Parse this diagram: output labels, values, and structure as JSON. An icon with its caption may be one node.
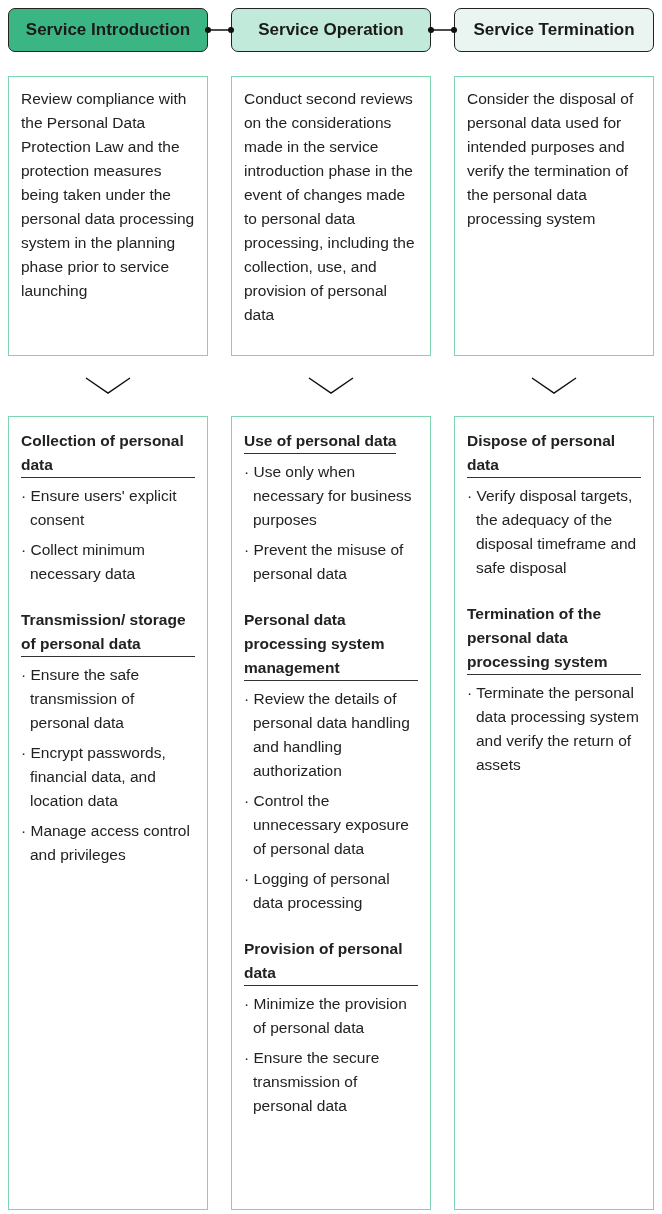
{
  "diagram": {
    "nodes": [
      {
        "text": [
          "Service Introduction"
        ]
      },
      {
        "text": [
          "Service Operation"
        ]
      },
      {
        "text": [
          "Service Termination"
        ]
      },
      {
        "text": [
          "Review compliance with the Personal Data Protection Law and the protection measures being taken under the personal data processing system in the planning phase prior to service launching"
        ]
      },
      {
        "text": [
          "Conduct second reviews on the considerations made in the service introduction phase in the event of changes made to personal data processing, including the collection, use, and provision of personal data"
        ]
      },
      {
        "text": [
          "Consider the disposal of personal data used for intended purposes and verify the termination of the personal data processing system"
        ]
      },
      {
        "text": [
          "Collection of personal data",
          "· Ensure users' explicit consent",
          "· Collect minimum necessary data",
          "Transmission/ storage of personal data",
          "· Ensure the safe transmission of personal data",
          "· Encrypt passwords, financial data, and location data",
          "· Manage access control and privileges"
        ]
      },
      {
        "text": [
          "Use of personal data",
          "· Use only when necessary for business purposes",
          "· Prevent the misuse of personal data",
          "Personal data processing system management",
          "· Review the details of personal data handling and handling authorization",
          "· Control the unnecessary exposure of personal data",
          "· Logging of personal data processing",
          "Provision of personal data",
          "· Minimize the provision of personal data",
          "· Ensure the secure transmission of personal data"
        ]
      },
      {
        "text": [
          "Dispose of personal data",
          "· Verify disposal targets, the adequacy of the disposal timeframe and safe disposal",
          "Termination of the personal data processing system",
          "· Terminate the personal data processing system and verify the return of assets"
        ]
      }
    ],
    "edges": [
      {
        "from": 0,
        "to": 1,
        "arrow": "other"
      },
      {
        "from": 1,
        "to": 2,
        "arrow": "other"
      },
      {
        "from": 3,
        "to": 6,
        "arrow": "to"
      },
      {
        "from": 4,
        "to": 7,
        "arrow": "to"
      },
      {
        "from": 5,
        "to": 8,
        "arrow": "to"
      }
    ]
  }
}
